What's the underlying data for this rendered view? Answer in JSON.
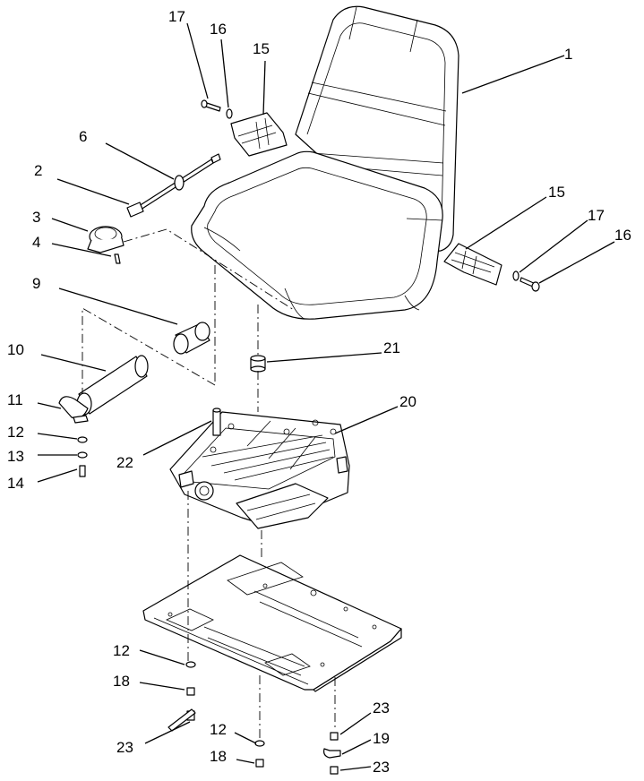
{
  "callouts": [
    {
      "id": "c1",
      "label": "1",
      "part": "seat"
    },
    {
      "id": "c2",
      "label": "2",
      "part": "switch-connector"
    },
    {
      "id": "c3",
      "label": "3",
      "part": "seat-switch"
    },
    {
      "id": "c4",
      "label": "4",
      "part": "screw"
    },
    {
      "id": "c6",
      "label": "6",
      "part": "wire-harness"
    },
    {
      "id": "c9",
      "label": "9",
      "part": "sleeve"
    },
    {
      "id": "c10",
      "label": "10",
      "part": "manual-tube"
    },
    {
      "id": "c11",
      "label": "11",
      "part": "clamp"
    },
    {
      "id": "c12a",
      "label": "12",
      "part": "washer"
    },
    {
      "id": "c13",
      "label": "13",
      "part": "lock-washer"
    },
    {
      "id": "c14",
      "label": "14",
      "part": "screw"
    },
    {
      "id": "c15a",
      "label": "15",
      "part": "armrest-bracket-left"
    },
    {
      "id": "c16a",
      "label": "16",
      "part": "bolt"
    },
    {
      "id": "c17a",
      "label": "17",
      "part": "washer"
    },
    {
      "id": "c15b",
      "label": "15",
      "part": "armrest-bracket-right"
    },
    {
      "id": "c17b",
      "label": "17",
      "part": "washer"
    },
    {
      "id": "c16b",
      "label": "16",
      "part": "bolt"
    },
    {
      "id": "c20",
      "label": "20",
      "part": "seat-suspension"
    },
    {
      "id": "c21",
      "label": "21",
      "part": "spacer"
    },
    {
      "id": "c22",
      "label": "22",
      "part": "stud"
    },
    {
      "id": "c12b",
      "label": "12",
      "part": "washer"
    },
    {
      "id": "c18a",
      "label": "18",
      "part": "nut"
    },
    {
      "id": "c23a",
      "label": "23",
      "part": "nut"
    },
    {
      "id": "c12c",
      "label": "12",
      "part": "washer"
    },
    {
      "id": "c18b",
      "label": "18",
      "part": "nut"
    },
    {
      "id": "c23b",
      "label": "23",
      "part": "nut"
    },
    {
      "id": "c19",
      "label": "19",
      "part": "clip"
    },
    {
      "id": "c23c",
      "label": "23",
      "part": "nut"
    }
  ]
}
